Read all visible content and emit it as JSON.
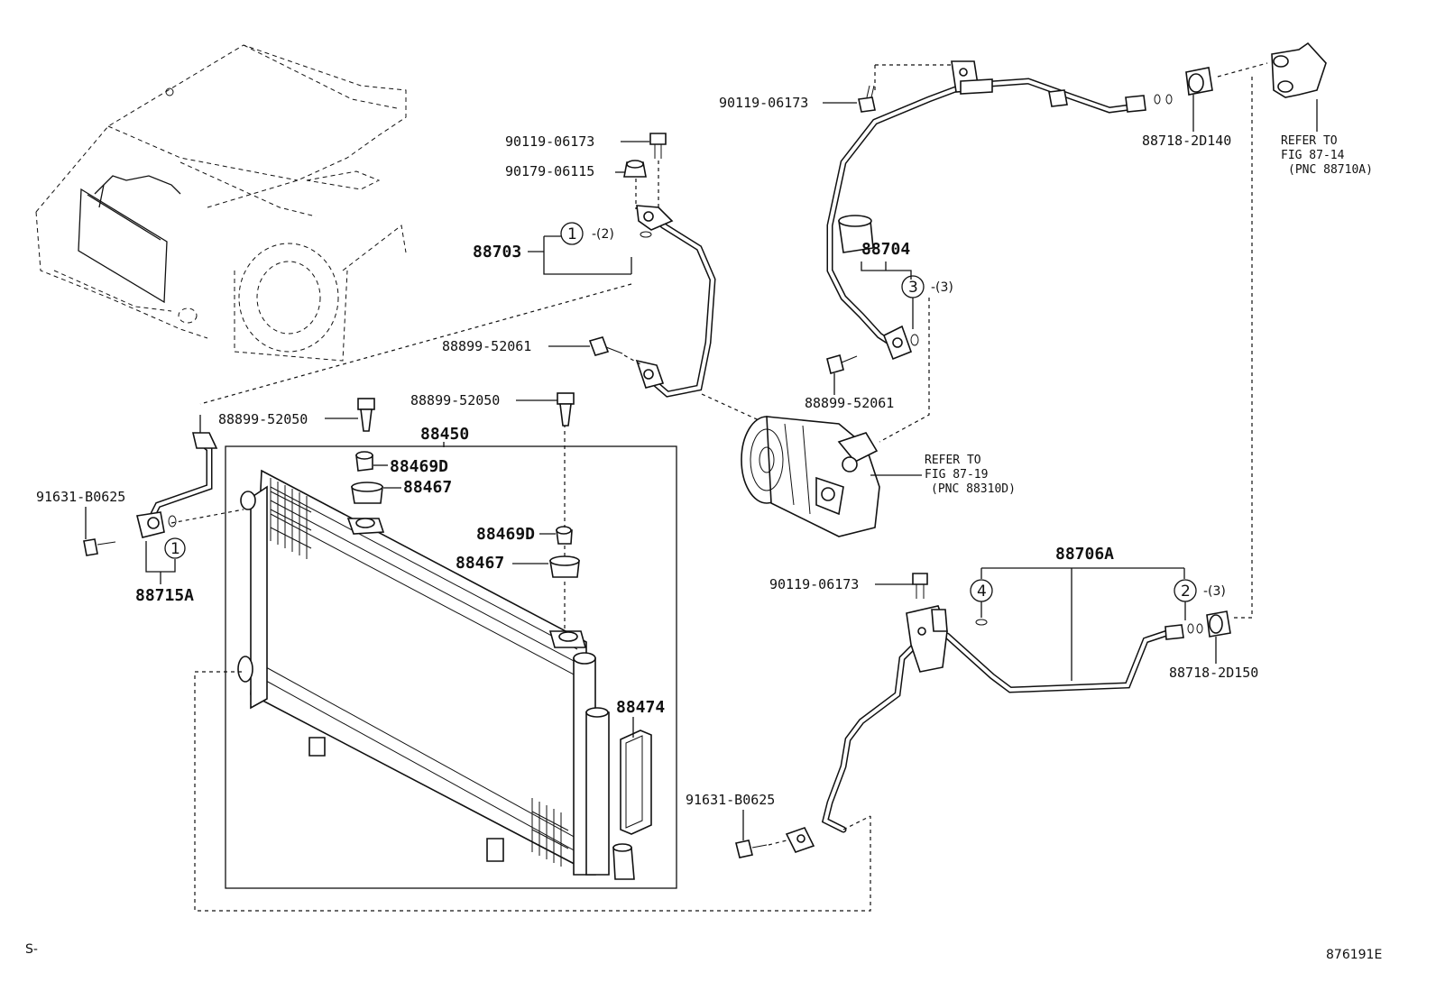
{
  "labels": {
    "p90119_a": "90119-06173",
    "p90119_b": "90119-06173",
    "p90119_c": "90119-06173",
    "p90179": "90179-06115",
    "p88703": "88703",
    "p88704": "88704",
    "p88718_2d140": "88718-2D140",
    "p88899_52061_a": "88899-52061",
    "p88899_52061_b": "88899-52061",
    "p88899_52050_a": "88899-52050",
    "p88899_52050_b": "88899-52050",
    "p88450": "88450",
    "p88469d_a": "88469D",
    "p88467_a": "88467",
    "p88469d_b": "88469D",
    "p88467_b": "88467",
    "p91631_a": "91631-B0625",
    "p91631_b": "91631-B0625",
    "p88715a": "88715A",
    "p88474": "88474",
    "p88706a": "88706A",
    "p88718_2d150": "88718-2D150"
  },
  "callouts": {
    "c1_top": "1",
    "c1_top_qty": "-(2)",
    "c1_left": "1",
    "c3": "3",
    "c3_qty": "-(3)",
    "c2": "2",
    "c2_qty": "-(3)",
    "c4": "4"
  },
  "refs": {
    "ref1_line1": "REFER TO",
    "ref1_line2": "FIG 87-14",
    "ref1_line3": "(PNC 88710A)",
    "ref2_line1": "REFER TO",
    "ref2_line2": "FIG 87-19",
    "ref2_line3": "(PNC 88310D)"
  },
  "footer": {
    "left_mark": "S-",
    "figure_code": "876191E"
  }
}
